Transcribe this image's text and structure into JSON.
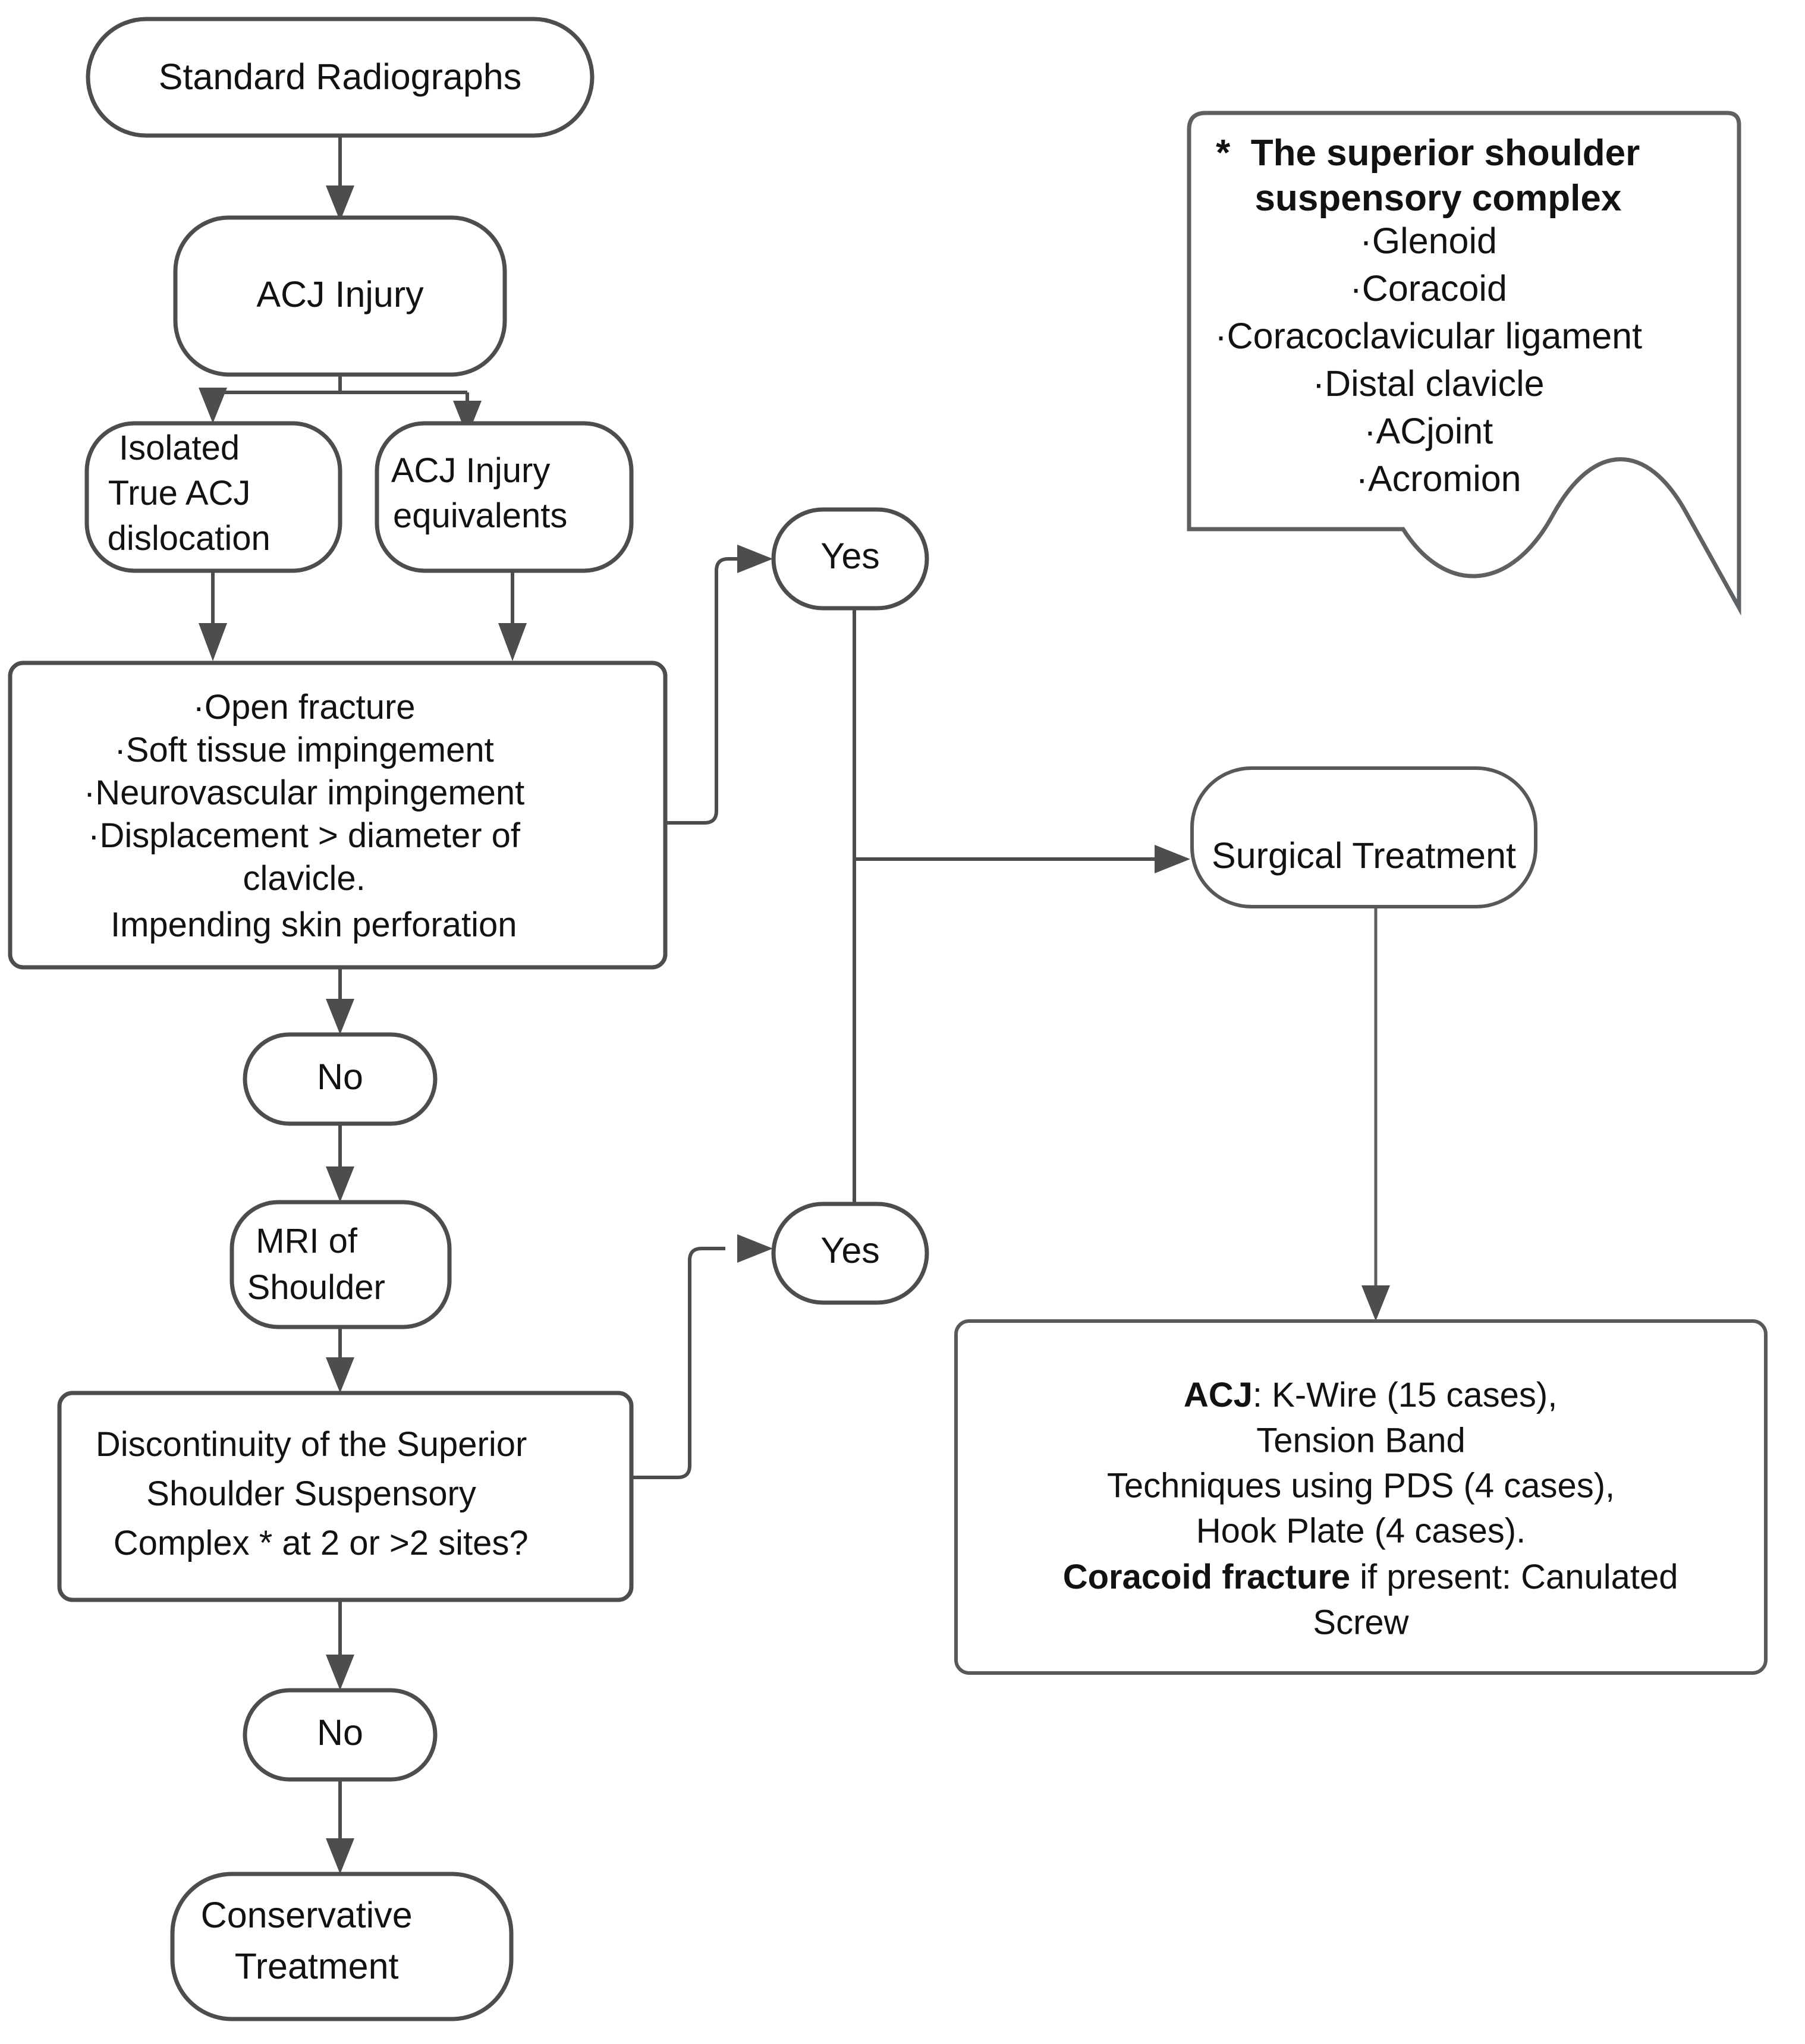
{
  "diagram": {
    "title": "ACJ Injury Management Algorithm",
    "stroke_color": "#4d4d4d",
    "text_color": "#121212",
    "background": "#ffffff"
  },
  "nodes": {
    "standard_radiographs": {
      "label": "Standard Radiographs",
      "shape": "stadium"
    },
    "acj_injury": {
      "label": "ACJ Injury",
      "shape": "stadium"
    },
    "isolated_true_acj": {
      "shape": "stadium",
      "lines": [
        "Isolated",
        "True ACJ",
        "dislocation"
      ]
    },
    "acj_equivalents": {
      "shape": "stadium",
      "lines": [
        "ACJ Injury",
        "equivalents"
      ]
    },
    "criteria_box": {
      "shape": "rounded-rect",
      "lines": [
        "·Open fracture",
        "·Soft tissue impingement",
        "·Neurovascular impingement",
        "·Displacement > diameter of",
        "clavicle.",
        "Impending skin perforation"
      ]
    },
    "yes_upper": {
      "label": "Yes",
      "shape": "stadium"
    },
    "no_upper": {
      "label": "No",
      "shape": "stadium"
    },
    "mri_shoulder": {
      "shape": "stadium",
      "lines": [
        "MRI of",
        "Shoulder"
      ]
    },
    "discontinuity_box": {
      "shape": "rounded-rect",
      "lines": [
        "Discontinuity of the Superior",
        "Shoulder Suspensory",
        "Complex * at 2 or >2 sites?"
      ]
    },
    "yes_lower": {
      "label": "Yes",
      "shape": "stadium"
    },
    "no_lower": {
      "label": "No",
      "shape": "stadium"
    },
    "conservative_treatment": {
      "shape": "stadium",
      "lines": [
        "Conservative",
        "Treatment"
      ]
    },
    "surgical_treatment": {
      "label": "Surgical Treatment",
      "shape": "stadium"
    },
    "surgical_details_box": {
      "shape": "rounded-rect",
      "lines": [
        {
          "segments": [
            {
              "text": "ACJ",
              "bold": true
            },
            {
              "text": ": K-Wire (15 cases),",
              "bold": false
            }
          ]
        },
        {
          "segments": [
            {
              "text": "Tension Band",
              "bold": false
            }
          ]
        },
        {
          "segments": [
            {
              "text": "Techniques using PDS (4 cases),",
              "bold": false
            }
          ]
        },
        {
          "segments": [
            {
              "text": "Hook Plate (4 cases).",
              "bold": false
            }
          ]
        },
        {
          "segments": [
            {
              "text": "Coracoid fracture",
              "bold": true
            },
            {
              "text": " if present: Canulated",
              "bold": false
            }
          ]
        },
        {
          "segments": [
            {
              "text": "Screw",
              "bold": false
            }
          ]
        }
      ]
    }
  },
  "callout": {
    "shape": "wavy-bottom-document",
    "heading_lines": [
      "*  The superior shoulder",
      "suspensory complex"
    ],
    "items": [
      "·Glenoid",
      "·Coracoid",
      "·Coracoclavicular ligament",
      "·Distal clavicle",
      "·ACjoint",
      "·Acromion"
    ]
  },
  "edges": [
    {
      "from": "standard_radiographs",
      "to": "acj_injury",
      "label": ""
    },
    {
      "from": "acj_injury",
      "to": "isolated_true_acj",
      "label": ""
    },
    {
      "from": "acj_injury",
      "to": "acj_equivalents",
      "label": ""
    },
    {
      "from": "isolated_true_acj",
      "to": "criteria_box",
      "label": ""
    },
    {
      "from": "acj_equivalents",
      "to": "criteria_box",
      "label": ""
    },
    {
      "from": "criteria_box",
      "to": "yes_upper",
      "label": ""
    },
    {
      "from": "criteria_box",
      "to": "no_upper",
      "label": ""
    },
    {
      "from": "no_upper",
      "to": "mri_shoulder",
      "label": ""
    },
    {
      "from": "mri_shoulder",
      "to": "discontinuity_box",
      "label": ""
    },
    {
      "from": "discontinuity_box",
      "to": "yes_lower",
      "label": ""
    },
    {
      "from": "discontinuity_box",
      "to": "no_lower",
      "label": ""
    },
    {
      "from": "no_lower",
      "to": "conservative_treatment",
      "label": ""
    },
    {
      "from": "yes_upper",
      "to": "surgical_treatment",
      "label": ""
    },
    {
      "from": "yes_lower",
      "to": "surgical_treatment",
      "label": ""
    },
    {
      "from": "surgical_treatment",
      "to": "surgical_details_box",
      "label": ""
    }
  ]
}
